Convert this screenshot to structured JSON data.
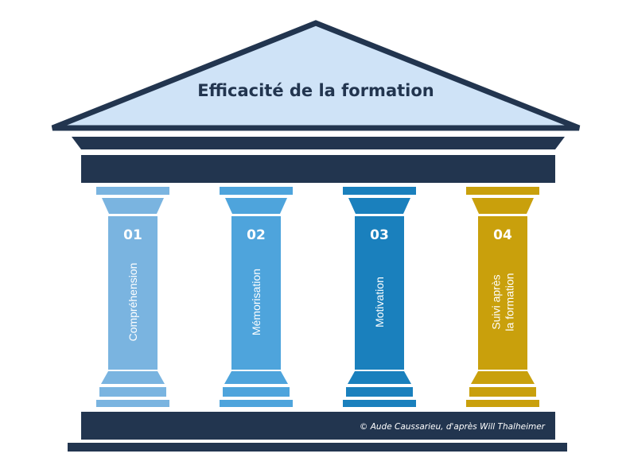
{
  "title": "Efficacité de la formation",
  "credit": "© Aude Caussarieu, d'après Will Thalheimer",
  "colors": {
    "dark": "#22354f",
    "roof_fill": "#cfe3f7"
  },
  "pillars": [
    {
      "number": "01",
      "lines": [
        "Compréhension"
      ],
      "color": "#7ab4e0"
    },
    {
      "number": "02",
      "lines": [
        "Mémorisation"
      ],
      "color": "#4ea4dc"
    },
    {
      "number": "03",
      "lines": [
        "Motivation"
      ],
      "color": "#1a80bd"
    },
    {
      "number": "04",
      "lines": [
        "Suivi après",
        "la formation"
      ],
      "color": "#c9a00c"
    }
  ]
}
